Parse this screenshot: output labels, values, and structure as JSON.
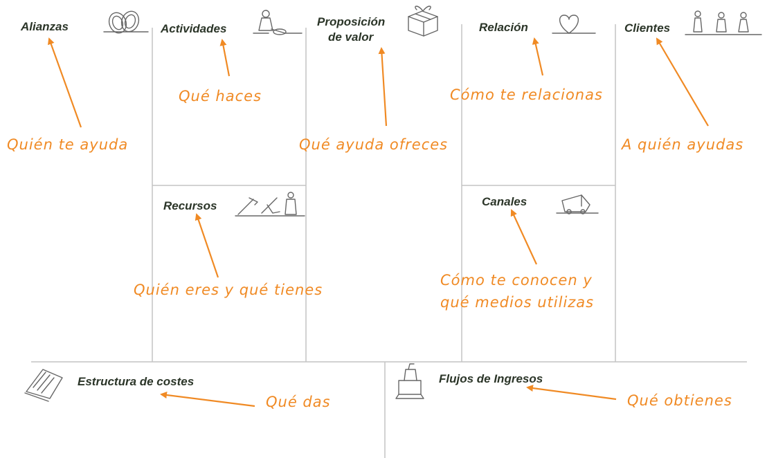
{
  "blocks": {
    "alianzas": {
      "title": "Alianzas",
      "note": "Quién te ayuda",
      "icon": "rings-icon"
    },
    "actividades": {
      "title": "Actividades",
      "note": "Qué haces",
      "icon": "worker-icon"
    },
    "propuesta": {
      "title_line1": "Proposición",
      "title_line2": "de valor",
      "note": "Qué ayuda ofreces",
      "icon": "gift-icon"
    },
    "relacion": {
      "title": "Relación",
      "note": "Cómo te relacionas",
      "icon": "heart-icon"
    },
    "clientes": {
      "title": "Clientes",
      "note": "A quién ayudas",
      "icon": "people-icon"
    },
    "recursos": {
      "title": "Recursos",
      "note": "Quién eres y qué tienes",
      "icon": "tools-icon"
    },
    "canales": {
      "title": "Canales",
      "note_line1": "Cómo te conocen y",
      "note_line2": "qué medios utilizas",
      "icon": "truck-icon"
    },
    "costes": {
      "title": "Estructura de costes",
      "note": "Qué das",
      "icon": "invoice-icon"
    },
    "ingresos": {
      "title": "Flujos de Ingresos",
      "note": "Qué obtienes",
      "icon": "cash-register-icon"
    }
  },
  "colors": {
    "accent": "#f08a24",
    "title": "#2b3528",
    "grid": "#c4c4c4"
  }
}
